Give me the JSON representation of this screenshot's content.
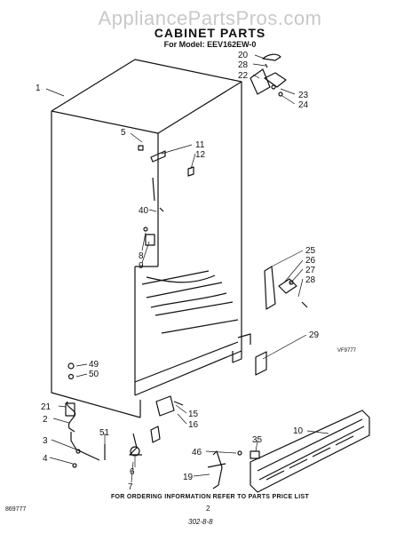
{
  "watermark": "AppliancePartsPros.com",
  "title": "CABINET PARTS",
  "model_line": "For Model: EEV162EW-0",
  "labels": [
    "1",
    "5",
    "11",
    "12",
    "40",
    "8",
    "9",
    "20",
    "28",
    "22",
    "23",
    "24",
    "25",
    "26",
    "27",
    "28",
    "29",
    "49",
    "50",
    "21",
    "2",
    "3",
    "4",
    "51",
    "6",
    "7",
    "15",
    "16",
    "35",
    "46",
    "10",
    "19"
  ],
  "ref_codes": {
    "left": "869777",
    "right": "VF9777"
  },
  "footer": "FOR ORDERING INFORMATION REFER TO PARTS PRICE LIST",
  "page_number": "2",
  "date_code": "302-8-8"
}
